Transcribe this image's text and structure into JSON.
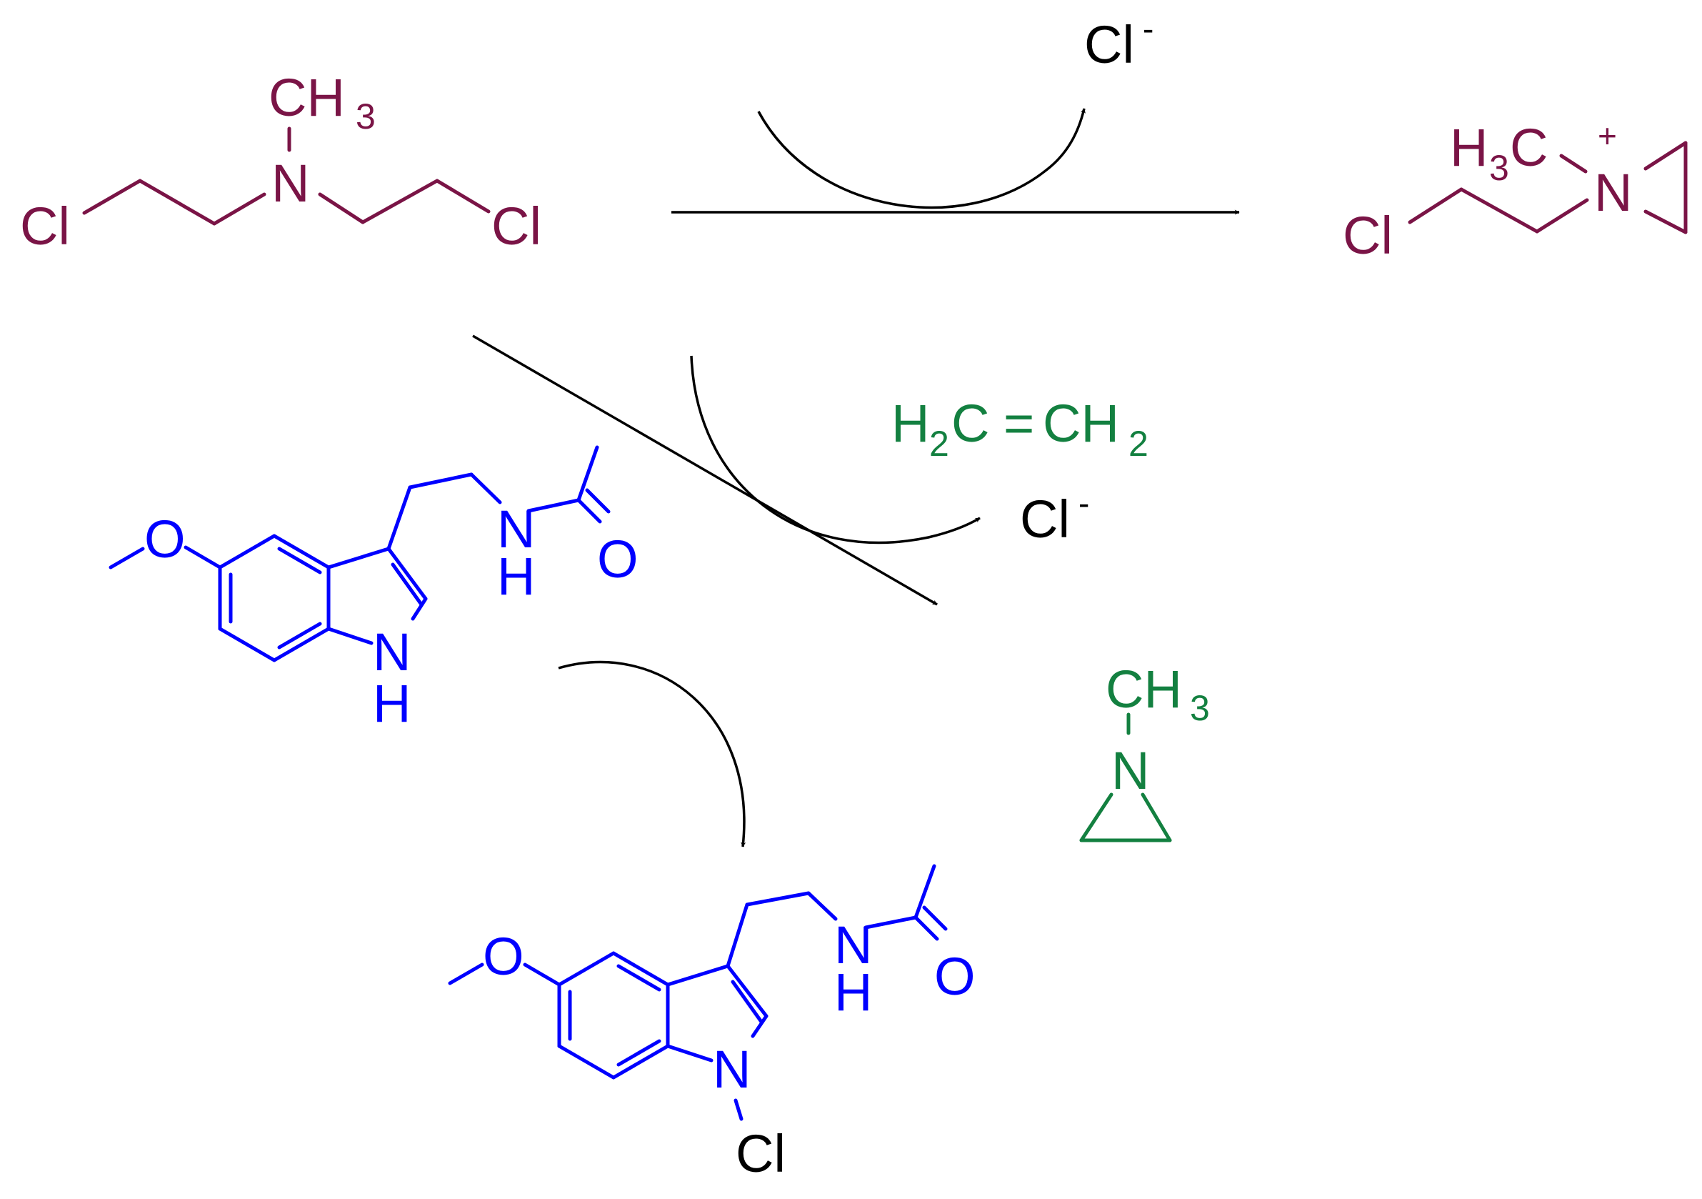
{
  "colors": {
    "mustard": "#7a1446",
    "aziridinium": "#7a1446",
    "byproduct": "#138040",
    "melatonin": "#0000ff",
    "ion": "#000000",
    "arrow": "#000000"
  },
  "mustard": {
    "methyl": "CH",
    "methyl_sub": "3",
    "nitrogen": "N",
    "cl_left": "Cl",
    "cl_right": "Cl"
  },
  "chloride_top": {
    "label": "Cl",
    "charge": "-"
  },
  "aziridinium": {
    "methyl_h": "H",
    "methyl_sub": "3",
    "methyl_c": "C",
    "nitrogen": "N",
    "charge": "+",
    "cl": "Cl"
  },
  "ethylene": {
    "left_h": "H",
    "left_sub": "2",
    "left_c": "C",
    "bond": "=",
    "right_c": "CH",
    "right_sub": "2"
  },
  "chloride_mid": {
    "label": "Cl",
    "charge": "-"
  },
  "melatonin_top": {
    "o_methoxy": "O",
    "nh_amide": "N",
    "h_amide": "H",
    "o_carbonyl": "O",
    "n_indole": "N",
    "h_indole": "H"
  },
  "methylaziridine": {
    "methyl": "CH",
    "methyl_sub": "3",
    "nitrogen": "N"
  },
  "melatonin_bottom": {
    "o_methoxy": "O",
    "nh_amide": "N",
    "h_amide": "H",
    "o_carbonyl": "O",
    "n_indole": "N",
    "cl": "Cl"
  }
}
